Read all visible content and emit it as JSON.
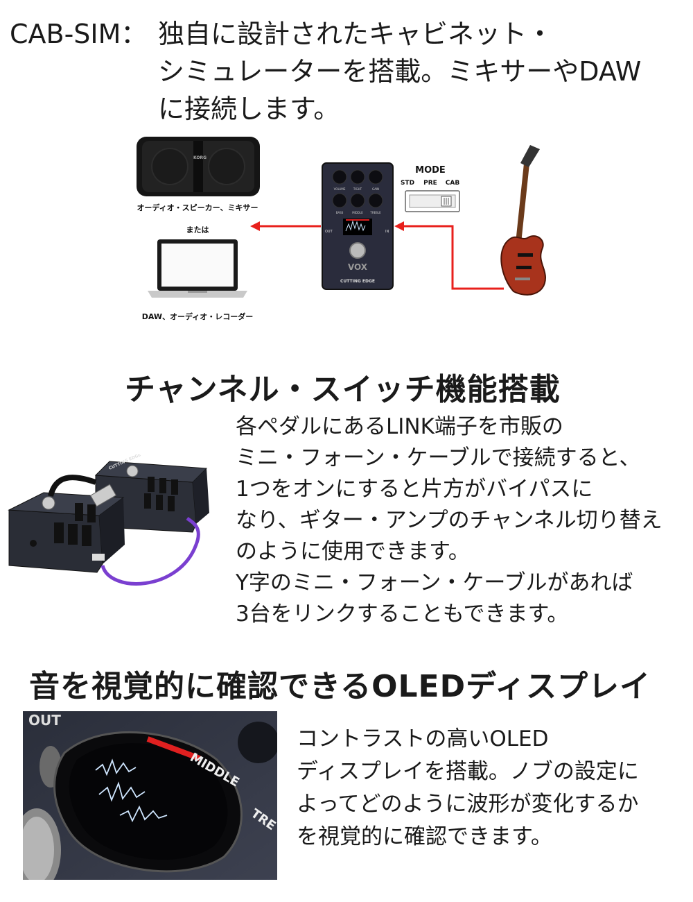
{
  "cabsim": {
    "label": "CAB-SIM：",
    "lines": [
      "独自に設計されたキャビネット・",
      "シミュレーターを搭載。ミキサーやDAW",
      "に接続します。"
    ]
  },
  "diagram": {
    "speaker_caption": "オーディオ・スピーカー、ミキサー",
    "or_label": "または",
    "laptop_caption": "DAW、オーディオ・レコーダー",
    "mode_title": "MODE",
    "mode_options": [
      "STD",
      "PRE",
      "CAB"
    ],
    "knob_labels_top": [
      "VOLUME",
      "TIGHT",
      "GAIN"
    ],
    "knob_labels_bottom": [
      "BASS",
      "MIDDLE",
      "TREBLE"
    ],
    "jack_out": "OUT",
    "jack_in": "IN",
    "pedal_brand": "VOX",
    "pedal_name": "CUTTING EDGE",
    "speaker_brand": "KORG",
    "arrow_color": "#e8201c"
  },
  "channel": {
    "heading": "チャンネル・スイッチ機能搭載",
    "lines": [
      "各ペダルにあるLINK端子を市販の",
      "ミニ・フォーン・ケーブルで接続すると、",
      "1つをオンにすると片方がバイパスに",
      "なり、ギター・アンプのチャンネル切り替え",
      "のように使用できます。",
      "Y字のミニ・フォーン・ケーブルがあれば",
      "3台をリンクすることもできます。"
    ],
    "pedal_name": "CUTTING EDGE",
    "cable_color": "#7a3fd0"
  },
  "oled": {
    "heading": "音を視覚的に確認できるOLEDディスプレイ",
    "lines": [
      "コントラストの高いOLED",
      "ディスプレイを搭載。ノブの設定に",
      "よってどのように波形が変化するか",
      "を視覚的に確認できます。"
    ],
    "photo_labels": [
      "OUT",
      "MIDDLE",
      "TRE"
    ]
  }
}
